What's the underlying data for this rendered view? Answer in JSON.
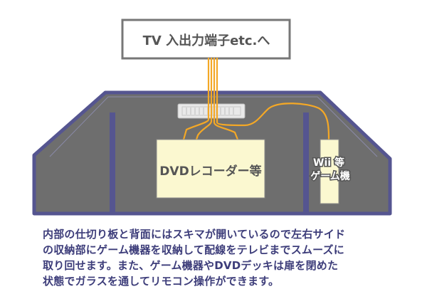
{
  "diagram": {
    "tv_box_label": "TV 入出力端子etc.へ",
    "dvd_box_label": "DVDレコーダー等",
    "game_box_label_line1": "Wii 等",
    "game_box_label_line2": "ゲーム機"
  },
  "caption": {
    "line1": "内部の仕切り板と背面にはスキマが開いているので左右サイド",
    "line2": "の収納部にゲーム機器を収納して配線をテレビまでスムーズに",
    "line3": "取り回せます。また、ゲーム機器やDVDデッキは扉を閉めた",
    "line4": "状態でガラスを通してリモコン操作ができます。"
  },
  "colors": {
    "cabinet_fill": "#6e6e6e",
    "cabinet_border": "#555590",
    "cable": "#f4a826",
    "device_fill": "#fbf8d0",
    "box_border": "#777777",
    "caption_text": "#3d3d7a"
  }
}
